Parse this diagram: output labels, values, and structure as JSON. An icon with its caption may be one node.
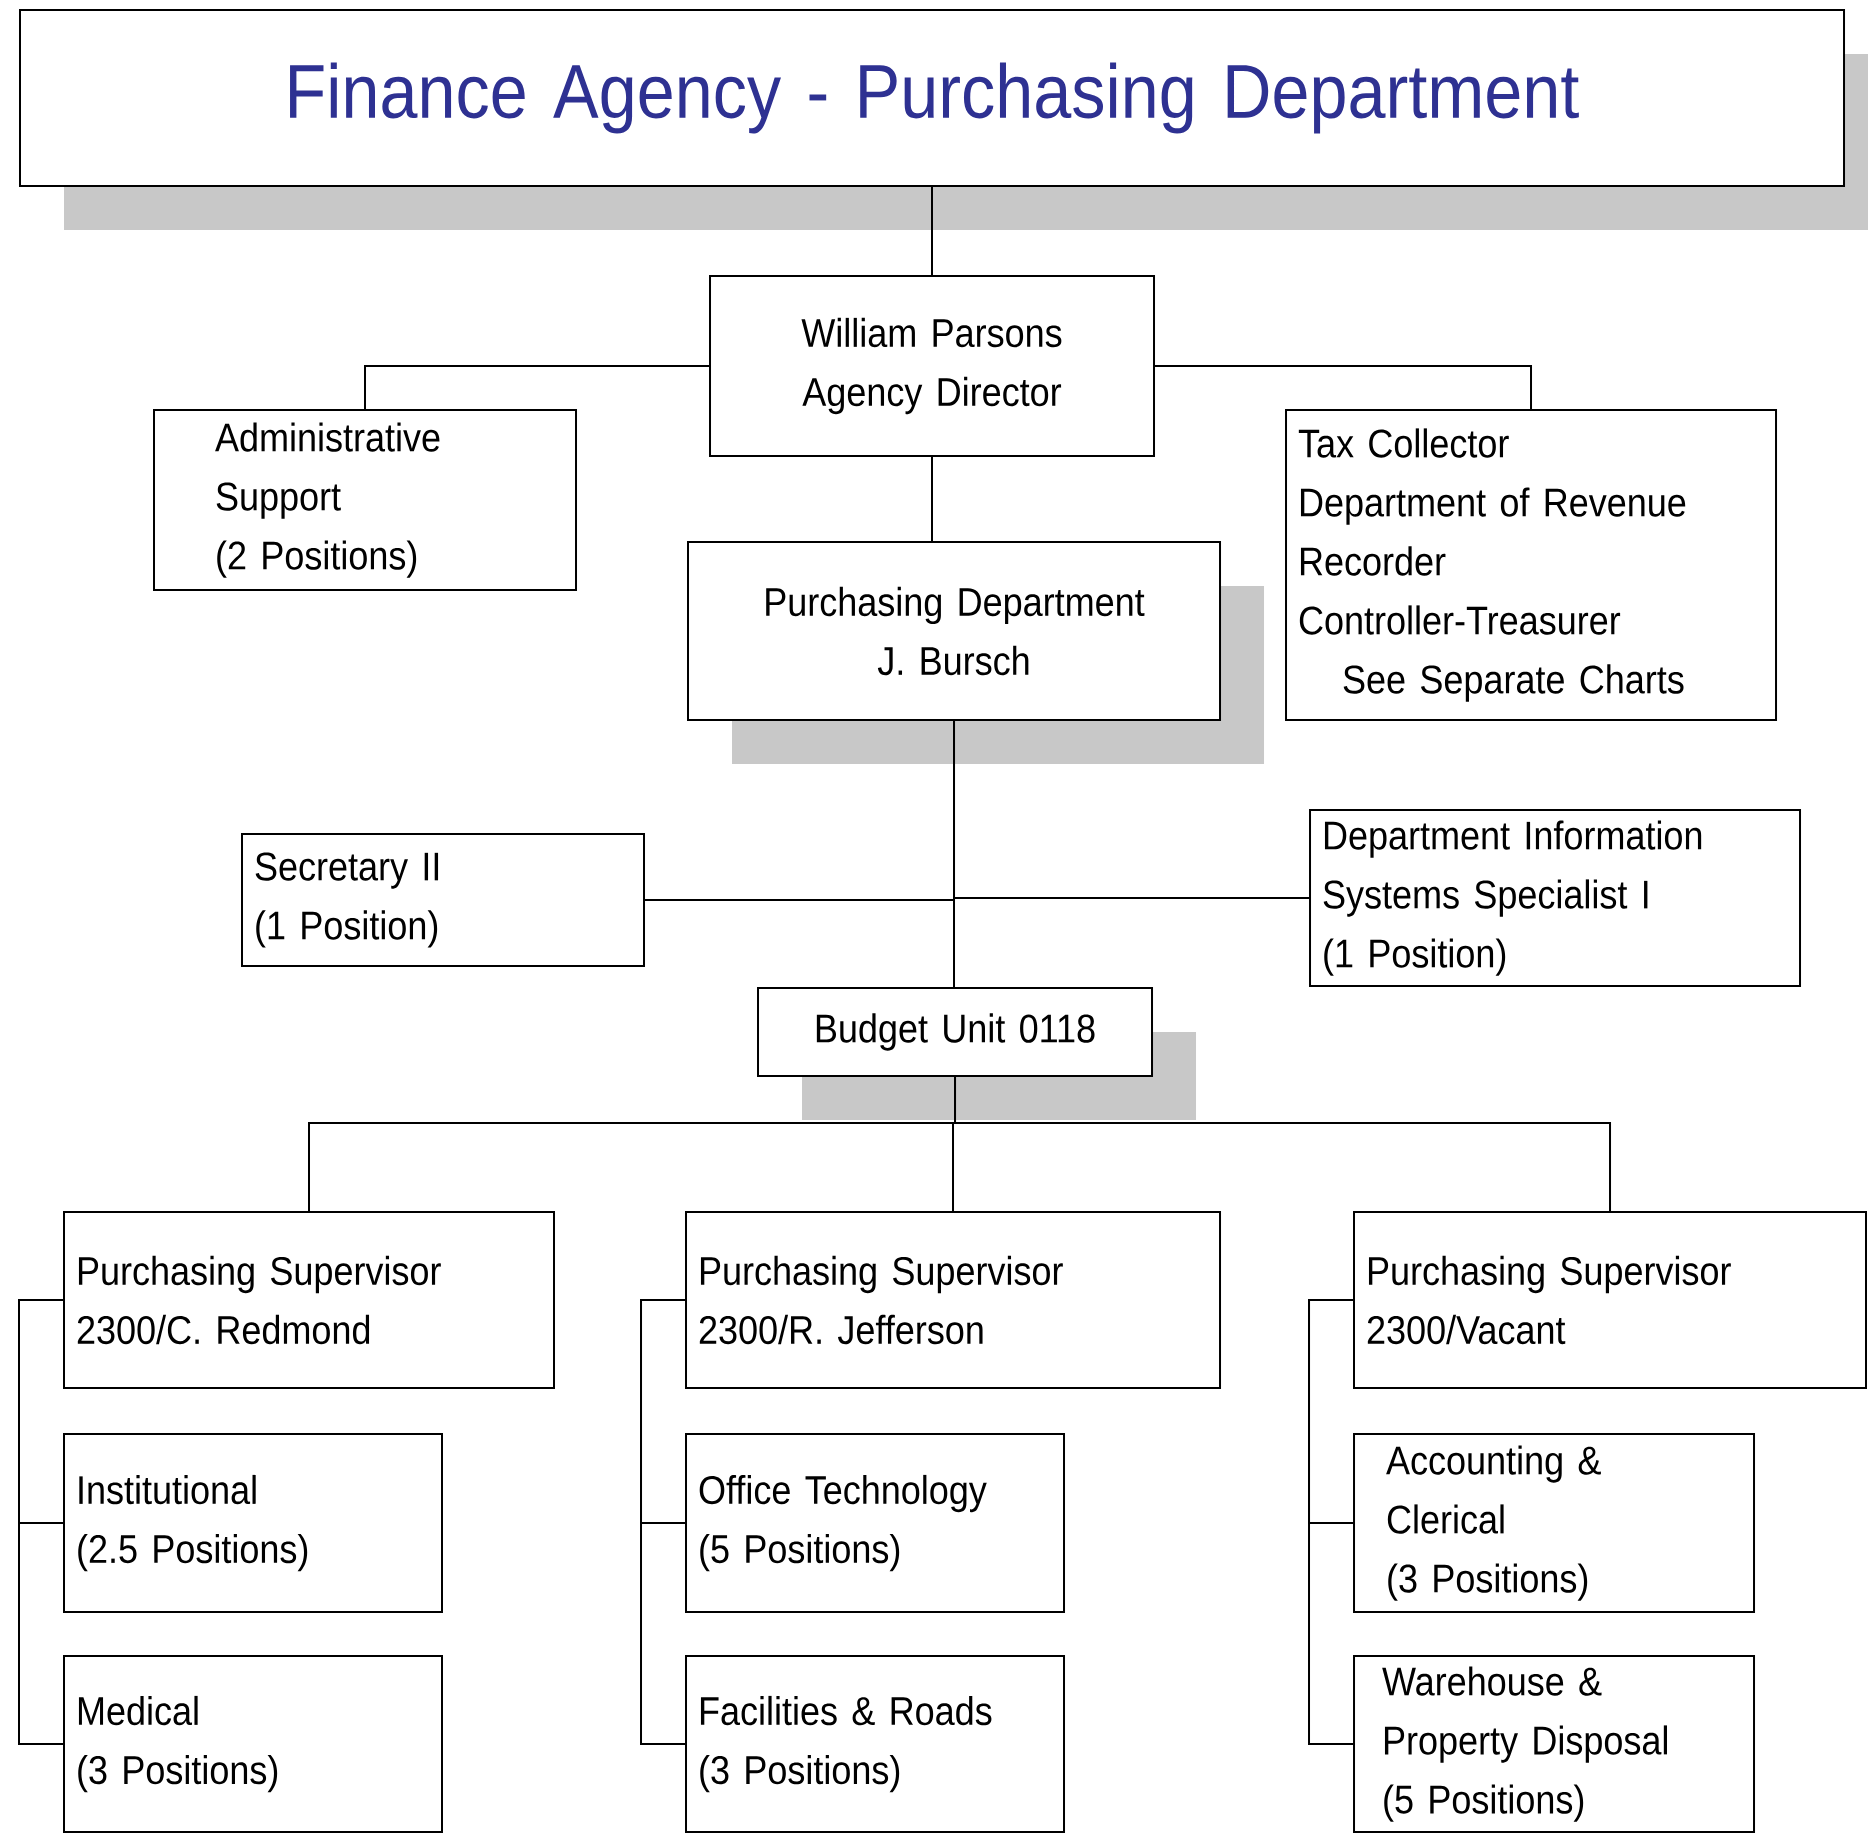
{
  "diagram": {
    "nodes": [
      {
        "text": [
          "Finance Agency - Purchasing Department"
        ]
      },
      {
        "text": [
          "William Parsons",
          "Agency Director"
        ]
      },
      {
        "text": [
          "Administrative Support",
          "(2 Positions)"
        ]
      },
      {
        "text": [
          "Tax Collector",
          "Department of Revenue",
          "Recorder",
          "Controller-Treasurer",
          "See Separate Charts"
        ]
      },
      {
        "text": [
          "Purchasing Department",
          "J. Bursch"
        ]
      },
      {
        "text": [
          "Secretary II",
          "(1 Position)"
        ]
      },
      {
        "text": [
          "Department Information Systems Specialist I",
          "(1 Position)"
        ]
      },
      {
        "text": [
          "Budget Unit 0118"
        ]
      },
      {
        "text": [
          "Purchasing Supervisor",
          "2300/C. Redmond"
        ]
      },
      {
        "text": [
          "Institutional",
          "(2.5 Positions)"
        ]
      },
      {
        "text": [
          "Medical",
          "(3 Positions)"
        ]
      },
      {
        "text": [
          "Purchasing Supervisor",
          "2300/R. Jefferson"
        ]
      },
      {
        "text": [
          "Office Technology",
          "(5 Positions)"
        ]
      },
      {
        "text": [
          "Facilities & Roads",
          "(3 Positions)"
        ]
      },
      {
        "text": [
          "Purchasing Supervisor",
          "2300/Vacant"
        ]
      },
      {
        "text": [
          "Accounting & Clerical",
          "(3 Positions)"
        ]
      },
      {
        "text": [
          "Warehouse & Property Disposal",
          "(5 Positions)"
        ]
      }
    ],
    "edges": [
      {
        "from": 0,
        "to": 1,
        "arrow": "none"
      },
      {
        "from": 1,
        "to": 2,
        "arrow": "none"
      },
      {
        "from": 1,
        "to": 3,
        "arrow": "none"
      },
      {
        "from": 1,
        "to": 4,
        "arrow": "none"
      },
      {
        "from": 4,
        "to": 5,
        "arrow": "none"
      },
      {
        "from": 4,
        "to": 6,
        "arrow": "none"
      },
      {
        "from": 4,
        "to": 7,
        "arrow": "none"
      },
      {
        "from": 7,
        "to": 8,
        "arrow": "none"
      },
      {
        "from": 7,
        "to": 11,
        "arrow": "none"
      },
      {
        "from": 7,
        "to": 14,
        "arrow": "none"
      },
      {
        "from": 8,
        "to": 9,
        "arrow": "none"
      },
      {
        "from": 8,
        "to": 10,
        "arrow": "none"
      },
      {
        "from": 11,
        "to": 12,
        "arrow": "none"
      },
      {
        "from": 11,
        "to": 13,
        "arrow": "none"
      },
      {
        "from": 14,
        "to": 15,
        "arrow": "none"
      },
      {
        "from": 14,
        "to": 16,
        "arrow": "none"
      }
    ]
  }
}
